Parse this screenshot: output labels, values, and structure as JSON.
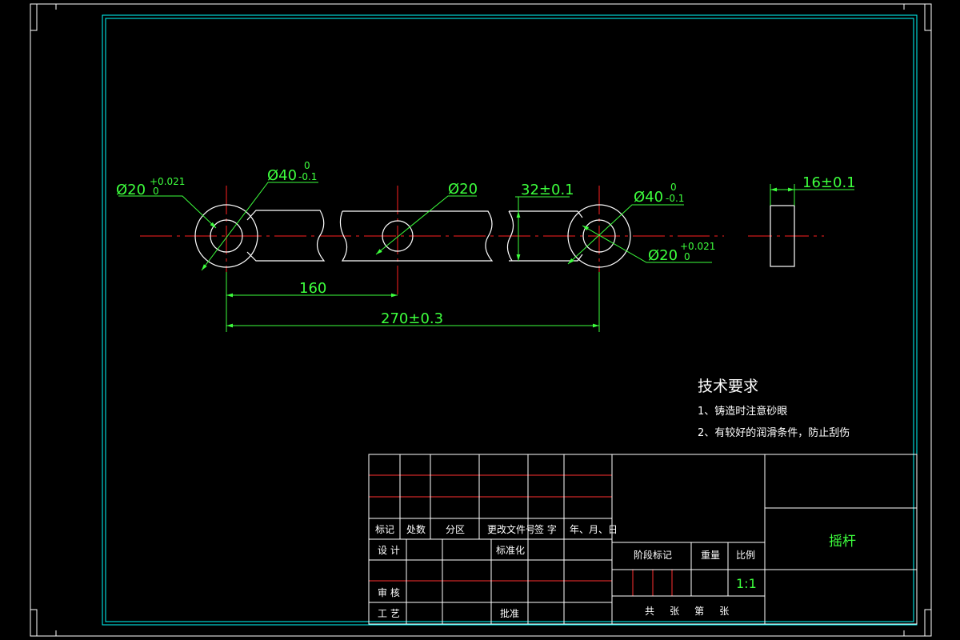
{
  "colors": {
    "background": "#000000",
    "frame": "#ffffff",
    "inner_frame": "#00ffff",
    "outline": "#ffffff",
    "center_line": "#ff2020",
    "dimension": "#3dff3d",
    "table_grid": "#ff3030"
  },
  "dimensions": {
    "hole_left": "Ø20",
    "hole_left_tol_upper": "+0.021",
    "hole_left_tol_lower": "0",
    "boss_left": "Ø40",
    "boss_left_tol_upper": "0",
    "boss_left_tol_lower": "-0.1",
    "hole_middle": "Ø20",
    "width": "32±0.1",
    "boss_right": "Ø40",
    "boss_right_tol_upper": "0",
    "boss_right_tol_lower": "-0.1",
    "hole_right": "Ø20",
    "hole_right_tol_upper": "+0.021",
    "hole_right_tol_lower": "0",
    "thickness": "16±0.1",
    "span_short": "160",
    "span_long": "270±0.3"
  },
  "notes": {
    "title": "技术要求",
    "item1": "1、铸造时注意砂眼",
    "item2": "2、有较好的润滑条件，防止刮伤"
  },
  "title_block": {
    "header": [
      "标记",
      "处数",
      "分区",
      "更改文件号",
      "签  字",
      "年、月、日"
    ],
    "design": "设  计",
    "standardize": "标准化",
    "review": "审  核",
    "process": "工  艺",
    "approve": "批准",
    "stage_mark": "阶段标记",
    "weight": "重量",
    "scale_label": "比例",
    "scale_value": "1:1",
    "sheets": "共     张     第     张",
    "part_name": "摇杆"
  }
}
